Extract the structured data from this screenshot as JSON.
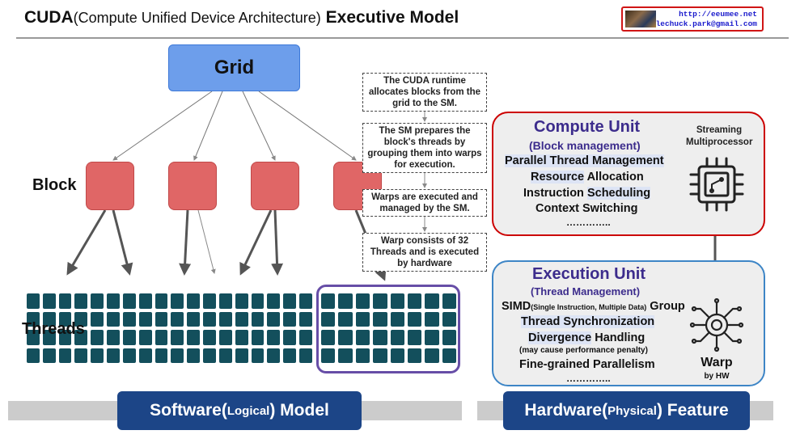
{
  "header": {
    "title_main": "CUDA",
    "title_sub": "(Compute Unified Device Architecture)",
    "title_end": " Executive Model",
    "badge_url": "http://eeumee.net",
    "badge_email": "lechuck.park@gmail.com"
  },
  "software": {
    "grid_label": "Grid",
    "block_label": "Block",
    "threads_label": "Threads",
    "block_count": 4,
    "thread_groups": [
      {
        "cols": 6,
        "rows": 4
      },
      {
        "cols": 6,
        "rows": 4
      },
      {
        "cols": 6,
        "rows": 4
      },
      {
        "cols": 8,
        "rows": 4
      }
    ],
    "notes": [
      "The CUDA runtime allocates blocks from the grid to the SM.",
      "The SM prepares the block's threads by grouping them into warps for execution.",
      "Warps are executed and managed by the SM.",
      "Warp consists of 32 Threads and is executed by hardware"
    ],
    "footer_main": "Software(",
    "footer_small": "Logical",
    "footer_end": ") Model"
  },
  "hardware": {
    "compute_unit": {
      "title": "Compute Unit",
      "subtitle": "(Block management)",
      "lines": [
        {
          "hl": "Parallel Thread Management",
          "rest": ""
        },
        {
          "hl": "Resource",
          "rest": " Allocation"
        },
        {
          "pre": "Instruction ",
          "hl": "Scheduling",
          "rest": ""
        },
        {
          "pre": "Context Switching",
          "hl": "",
          "rest": ""
        }
      ],
      "ellipsis": "…………..",
      "icon_label": "Streaming Multiprocessor"
    },
    "execution_unit": {
      "title": "Execution Unit",
      "subtitle": "(Thread Management)",
      "simd": "SIMD",
      "simd_small": "(Single Instruction, Multiple Data)",
      "simd_end": " Group",
      "line2": "Thread Synchronization",
      "line3_hl": "Divergence",
      "line3_rest": " Handling",
      "note": "(may cause performance penalty)",
      "line4": "Fine-grained Parallelism",
      "ellipsis": "…………..",
      "icon_label": "Warp",
      "icon_sub": "by HW"
    },
    "footer_main": "Hardware(",
    "footer_small": "Physical",
    "footer_end": ") Feature"
  },
  "colors": {
    "grid_fill": "#6d9eeb",
    "block_fill": "#e06666",
    "thread_fill": "#134f5c",
    "warp_outline": "#674ea7",
    "compute_border": "#cc0000",
    "exec_border": "#3d85c6",
    "footer_fill": "#1c4587"
  }
}
